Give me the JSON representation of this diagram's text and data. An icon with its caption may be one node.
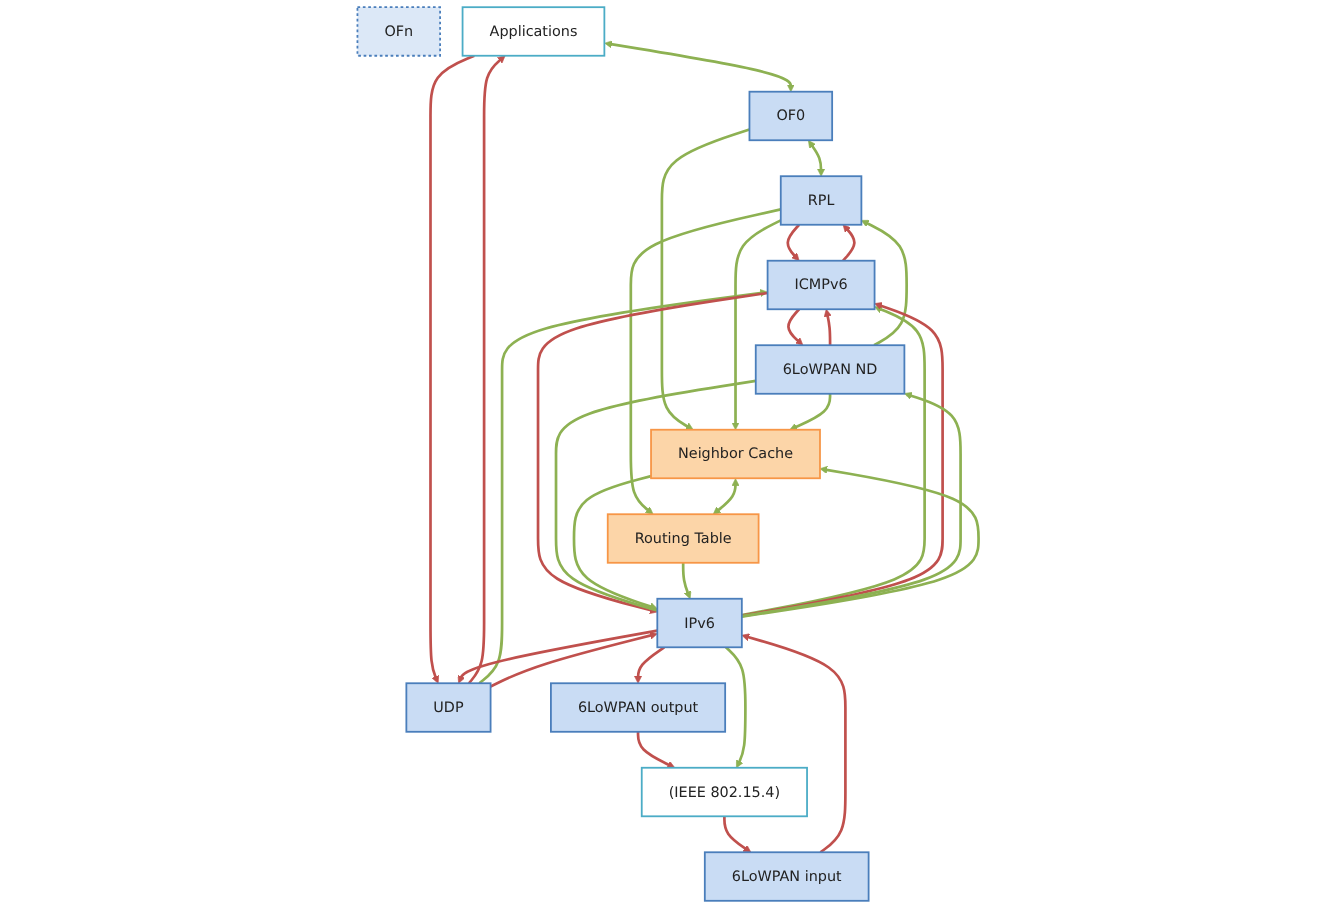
{
  "diagram": {
    "nodes": [
      {
        "text": [
          "OFn"
        ]
      },
      {
        "text": [
          "Applications"
        ]
      },
      {
        "text": [
          "OF0"
        ]
      },
      {
        "text": [
          "UDP"
        ]
      },
      {
        "text": [
          "ICMPv6"
        ]
      },
      {
        "text": [
          "RPL"
        ]
      },
      {
        "text": [
          "Routing Table"
        ]
      },
      {
        "text": [
          "6LoWPAN ND"
        ]
      },
      {
        "text": [
          "Neighbor Cache"
        ]
      },
      {
        "text": [
          "IPv6"
        ]
      },
      {
        "text": [
          "6LoWPAN input"
        ]
      },
      {
        "text": [
          "6LoWPAN output"
        ]
      },
      {
        "text": [
          "(IEEE 802.15.4)"
        ]
      }
    ],
    "edges": [
      {
        "from": 1,
        "to": 2,
        "arrow": "both"
      },
      {
        "from": 3,
        "to": 1,
        "arrow": "to",
        "color": "#c0504d"
      },
      {
        "from": 1,
        "to": 3,
        "arrow": "to",
        "color": "#c0504d"
      },
      {
        "from": 3,
        "to": 4,
        "arrow": "to"
      },
      {
        "from": 4,
        "to": 5,
        "arrow": "to",
        "color": "#c0504d"
      },
      {
        "from": 5,
        "to": 4,
        "arrow": "to",
        "color": "#c0504d"
      },
      {
        "from": 4,
        "to": 7,
        "arrow": "to",
        "color": "#c0504d"
      },
      {
        "from": 7,
        "to": 4,
        "arrow": "to",
        "color": "#c0504d"
      },
      {
        "from": 2,
        "to": 5,
        "arrow": "both"
      },
      {
        "from": 7,
        "to": 5,
        "arrow": "to"
      },
      {
        "from": 5,
        "to": 6,
        "arrow": "to"
      },
      {
        "from": 2,
        "to": 8,
        "arrow": "to"
      },
      {
        "from": 5,
        "to": 8,
        "arrow": "to"
      },
      {
        "from": 7,
        "to": 8,
        "arrow": "to"
      },
      {
        "from": 8,
        "to": 6,
        "arrow": "both"
      },
      {
        "from": 9,
        "to": 3,
        "arrow": "to",
        "color": "#c0504d"
      },
      {
        "from": 3,
        "to": 9,
        "arrow": "to",
        "color": "#c0504d"
      },
      {
        "from": 9,
        "to": 4,
        "arrow": "to"
      },
      {
        "from": 9,
        "to": 4,
        "arrow": "to",
        "color": "#c0504d"
      },
      {
        "from": 4,
        "to": 9,
        "arrow": "to",
        "color": "#c0504d"
      },
      {
        "from": 7,
        "to": 9,
        "arrow": "none"
      },
      {
        "from": 9,
        "to": 7,
        "arrow": "to"
      },
      {
        "from": 8,
        "to": 9,
        "arrow": "to"
      },
      {
        "from": 9,
        "to": 8,
        "arrow": "to"
      },
      {
        "from": 6,
        "to": 9,
        "arrow": "to"
      },
      {
        "from": 10,
        "to": 9,
        "arrow": "to",
        "color": "#c0504d"
      },
      {
        "from": 9,
        "to": 11,
        "arrow": "to",
        "color": "#c0504d"
      },
      {
        "from": 12,
        "to": 10,
        "arrow": "to",
        "color": "#c0504d"
      },
      {
        "from": 11,
        "to": 12,
        "arrow": "to",
        "color": "#c0504d"
      },
      {
        "from": 9,
        "to": 12,
        "arrow": "to"
      }
    ]
  }
}
